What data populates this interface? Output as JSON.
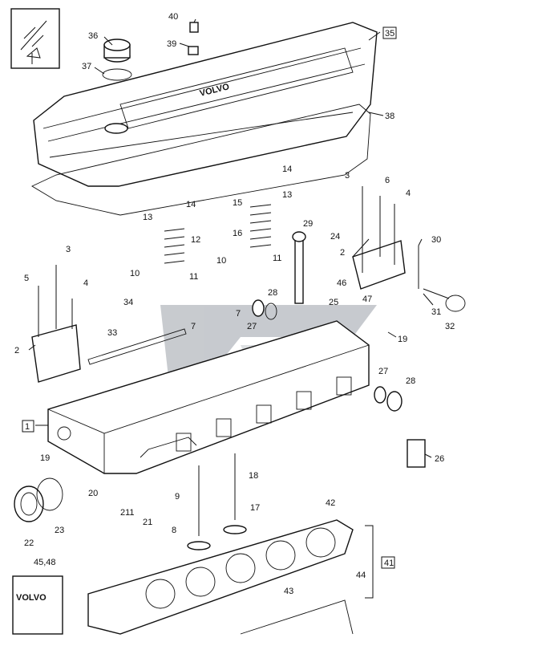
{
  "diagram": {
    "cover_brand": "VOLVO",
    "box_brand": "VOLVO",
    "watermark_colors": {
      "primary": "#9aa0a8",
      "secondary": "#c3c7cc"
    },
    "labels": {
      "l40": "40",
      "l39": "39",
      "l36": "36",
      "l37": "37",
      "l35": "35",
      "l38": "38",
      "l14a": "14",
      "l13a": "13",
      "l12": "12",
      "l11a": "11",
      "l10a": "10",
      "l14b": "14",
      "l13b": "13",
      "l15": "15",
      "l16": "16",
      "l11b": "11",
      "l10b": "10",
      "l3a": "3",
      "l6": "6",
      "l4a": "4",
      "l2a": "2",
      "l46": "46",
      "l47": "47",
      "l30": "30",
      "l31": "31",
      "l32": "32",
      "l3b": "3",
      "l5": "5",
      "l4b": "4",
      "l2b": "2",
      "l29": "29",
      "l24": "24",
      "l25": "25",
      "l28a": "28",
      "l27a": "27",
      "l34": "34",
      "l33": "33",
      "l7a": "7",
      "l7b": "7",
      "l19a": "19",
      "l27b": "27",
      "l28b": "28",
      "l26": "26",
      "l1": "1",
      "l19b": "19",
      "l20": "20",
      "l22": "22",
      "l23": "23",
      "l18": "18",
      "l9": "9",
      "l211": "211",
      "l21": "21",
      "l8": "8",
      "l17": "17",
      "l42": "42",
      "l41": "41",
      "l44": "44",
      "l43": "43",
      "l4548": "45,48"
    }
  }
}
